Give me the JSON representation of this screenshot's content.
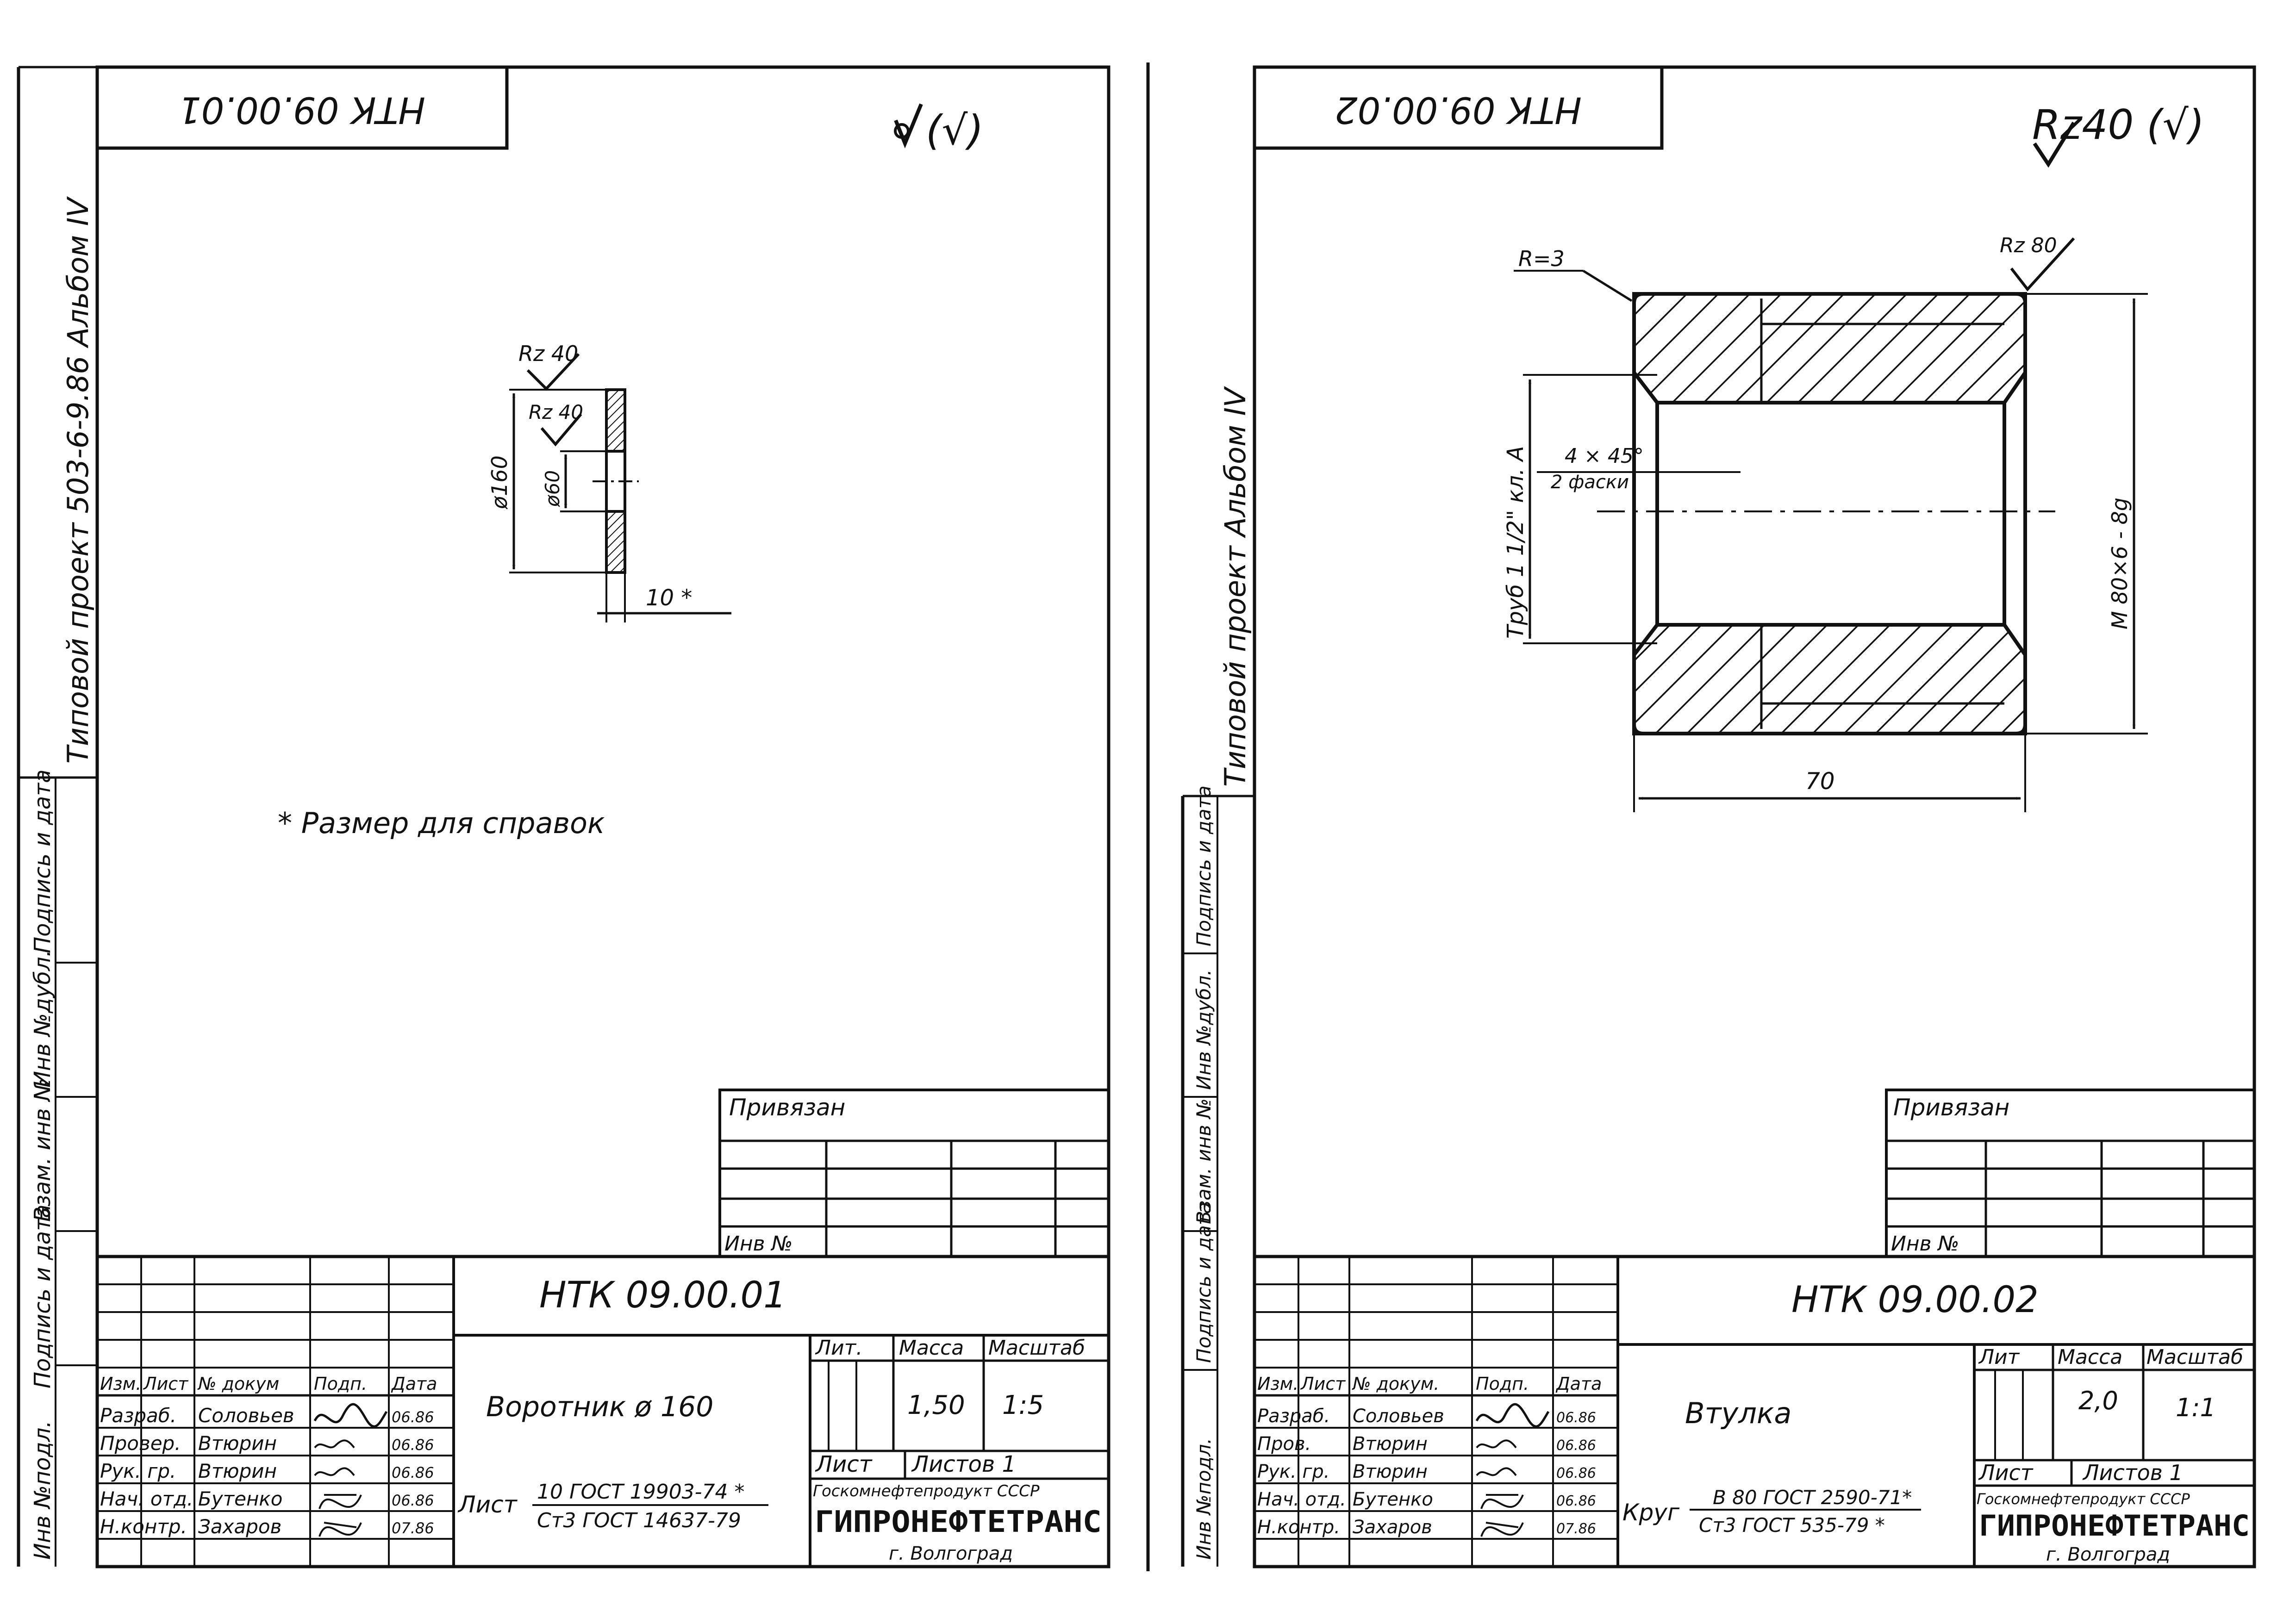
{
  "sheets": [
    {
      "id": "left",
      "top_code": "НТК 09.00.01",
      "surface_mark": "(√)",
      "album_label": "Типовой проект 503-6-9.86 Альбом IV",
      "side_labels": [
        "Инв №подл.",
        "Подпись и дата",
        "Взам. инв №",
        "Инв №дубл.",
        "Подпись и дата"
      ],
      "drawing": {
        "rz_outer": "Rz 40",
        "rz_inner": "Rz 40",
        "dim_outer": "ø160",
        "dim_inner": "ø60",
        "dim_thickness": "10 *",
        "note": "* Размер для справок"
      },
      "privyazan": "Привязан",
      "inv_no": "Инв №",
      "code": "НТК 09.00.01",
      "name": "Воротник ø 160",
      "headers": [
        "Изм.",
        "Лист",
        "№ докум",
        "Подп.",
        "Дата"
      ],
      "people": [
        {
          "role": "Разраб.",
          "name": "Соловьев",
          "date": "06.86"
        },
        {
          "role": "Провер.",
          "name": "Втюрин",
          "date": "06.86"
        },
        {
          "role": "Рук. гр.",
          "name": "Втюрин",
          "date": "06.86"
        },
        {
          "role": "Нач. отд.",
          "name": "Бутенко",
          "date": "06.86"
        },
        {
          "role": "Н.контр.",
          "name": "Захаров",
          "date": "07.86"
        }
      ],
      "lit_label": "Лит.",
      "mass_label": "Масса",
      "scale_label": "Масштаб",
      "mass": "1,50",
      "scale": "1:5",
      "list_label": "Лист",
      "lists_label": "Листов 1",
      "material_prefix": "Лист",
      "material_top": "10 ГОСТ 19903-74 *",
      "material_bottom": "Ст3 ГОСТ 14637-79",
      "org_top": "Госкомнефтепродукт СССР",
      "org_name": "ГИПРОНЕФТЕТРАНС",
      "org_city": "г. Волгоград"
    },
    {
      "id": "right",
      "top_code": "НТК 09.00.02",
      "surface_mark": "Rz40 (√)",
      "album_label": "Типовой проект Альбом IV",
      "side_labels": [
        "Инв №подл.",
        "Подпись и дата",
        "Взам. инв №",
        "Инв №дубл.",
        "Подпись и дата"
      ],
      "drawing": {
        "radius": "R=3",
        "rz_outer": "Rz 80",
        "chamfer_top": "4 × 45°",
        "chamfer_bottom": "2 фаски",
        "thread_inner": "Труб 1 1/2\" кл. А",
        "thread_outer": "М 80×6 - 8g",
        "length": "70"
      },
      "privyazan": "Привязан",
      "inv_no": "Инв №",
      "code": "НТК 09.00.02",
      "name": "Втулка",
      "headers": [
        "Изм.",
        "Лист",
        "№ докум.",
        "Подп.",
        "Дата"
      ],
      "people": [
        {
          "role": "Разраб.",
          "name": "Соловьев",
          "date": "06.86"
        },
        {
          "role": "Пров.",
          "name": "Втюрин",
          "date": "06.86"
        },
        {
          "role": "Рук. гр.",
          "name": "Втюрин",
          "date": "06.86"
        },
        {
          "role": "Нач. отд.",
          "name": "Бутенко",
          "date": "06.86"
        },
        {
          "role": "Н.контр.",
          "name": "Захаров",
          "date": "07.86"
        }
      ],
      "lit_label": "Лит",
      "mass_label": "Масса",
      "scale_label": "Масштаб",
      "mass": "2,0",
      "scale": "1:1",
      "list_label": "Лист",
      "lists_label": "Листов 1",
      "material_prefix": "Круг",
      "material_top": "В 80 ГОСТ 2590-71*",
      "material_bottom": "Ст3 ГОСТ 535-79 *",
      "org_top": "Госкомнефтепродукт СССР",
      "org_name": "ГИПРОНЕФТЕТРАНС",
      "org_city": "г. Волгоград"
    }
  ]
}
